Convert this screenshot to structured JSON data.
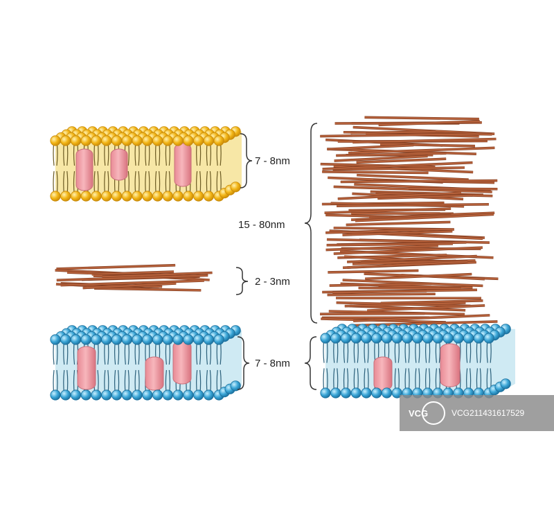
{
  "labels": {
    "top_membrane": "7 - 8nm",
    "thin_wall": "2 - 3nm",
    "bottom_membrane": "7 - 8nm",
    "thick_wall": "15 - 80nm",
    "right_membrane": "7 - 8nm"
  },
  "watermark": {
    "logo_text": "VCG",
    "id_text": "VCG211431617529"
  },
  "colors": {
    "yellow_head": "#f2b516",
    "yellow_head_edge": "#c98a08",
    "yellow_core": "#f7e7a6",
    "blue_head": "#3aa5d6",
    "blue_head_edge": "#1b6f9c",
    "blue_core": "#cfeaf3",
    "protein": "#f2a0a8",
    "protein_edge": "#c76f7a",
    "fiber": "#b5613b",
    "fiber_edge": "#7d3a1e",
    "watermark_bg": "#8a8a8a"
  }
}
